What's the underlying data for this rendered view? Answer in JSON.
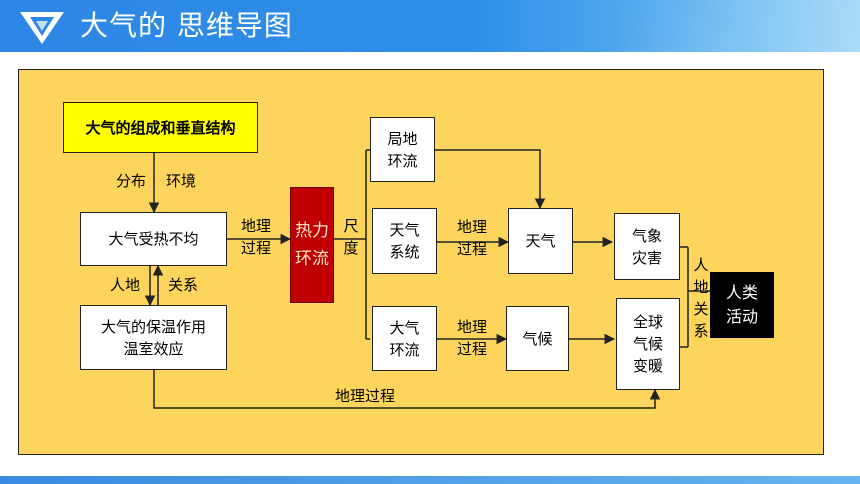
{
  "header": {
    "title": "大气的 思维导图",
    "logo_icon": "chevron-logo-icon",
    "colors": {
      "bar": "#2e86e6",
      "bar_light": "#8ccff5"
    }
  },
  "panel": {
    "background": "#fdd55c"
  },
  "nodes": {
    "composition": "大气的组成和垂直结构",
    "uneven_heating": "大气受热不均",
    "insulation": "大气的保温作用\n温室效应",
    "thermal_circulation": "热力\n环流",
    "local_circulation": "局地\n环流",
    "weather_system": "天气\n系统",
    "atmospheric_circulation": "大气\n环流",
    "weather": "天气",
    "climate": "气候",
    "meteorological_disasters": "气象\n灾害",
    "global_climate_change": "全球\n气候\n变暖",
    "human_activities": "人类\n活动"
  },
  "labels": {
    "distribution": "分布",
    "environment": "环境",
    "human_earth_left": "人地",
    "relation_left": "关系",
    "geo_process_1": "地理\n过程",
    "scale": "尺\n度",
    "geo_process_2": "地理\n过程",
    "geo_process_3": "地理\n过程",
    "human_earth_relation": "人\n地\n关\n系",
    "geo_process_bottom": "地理过程"
  }
}
